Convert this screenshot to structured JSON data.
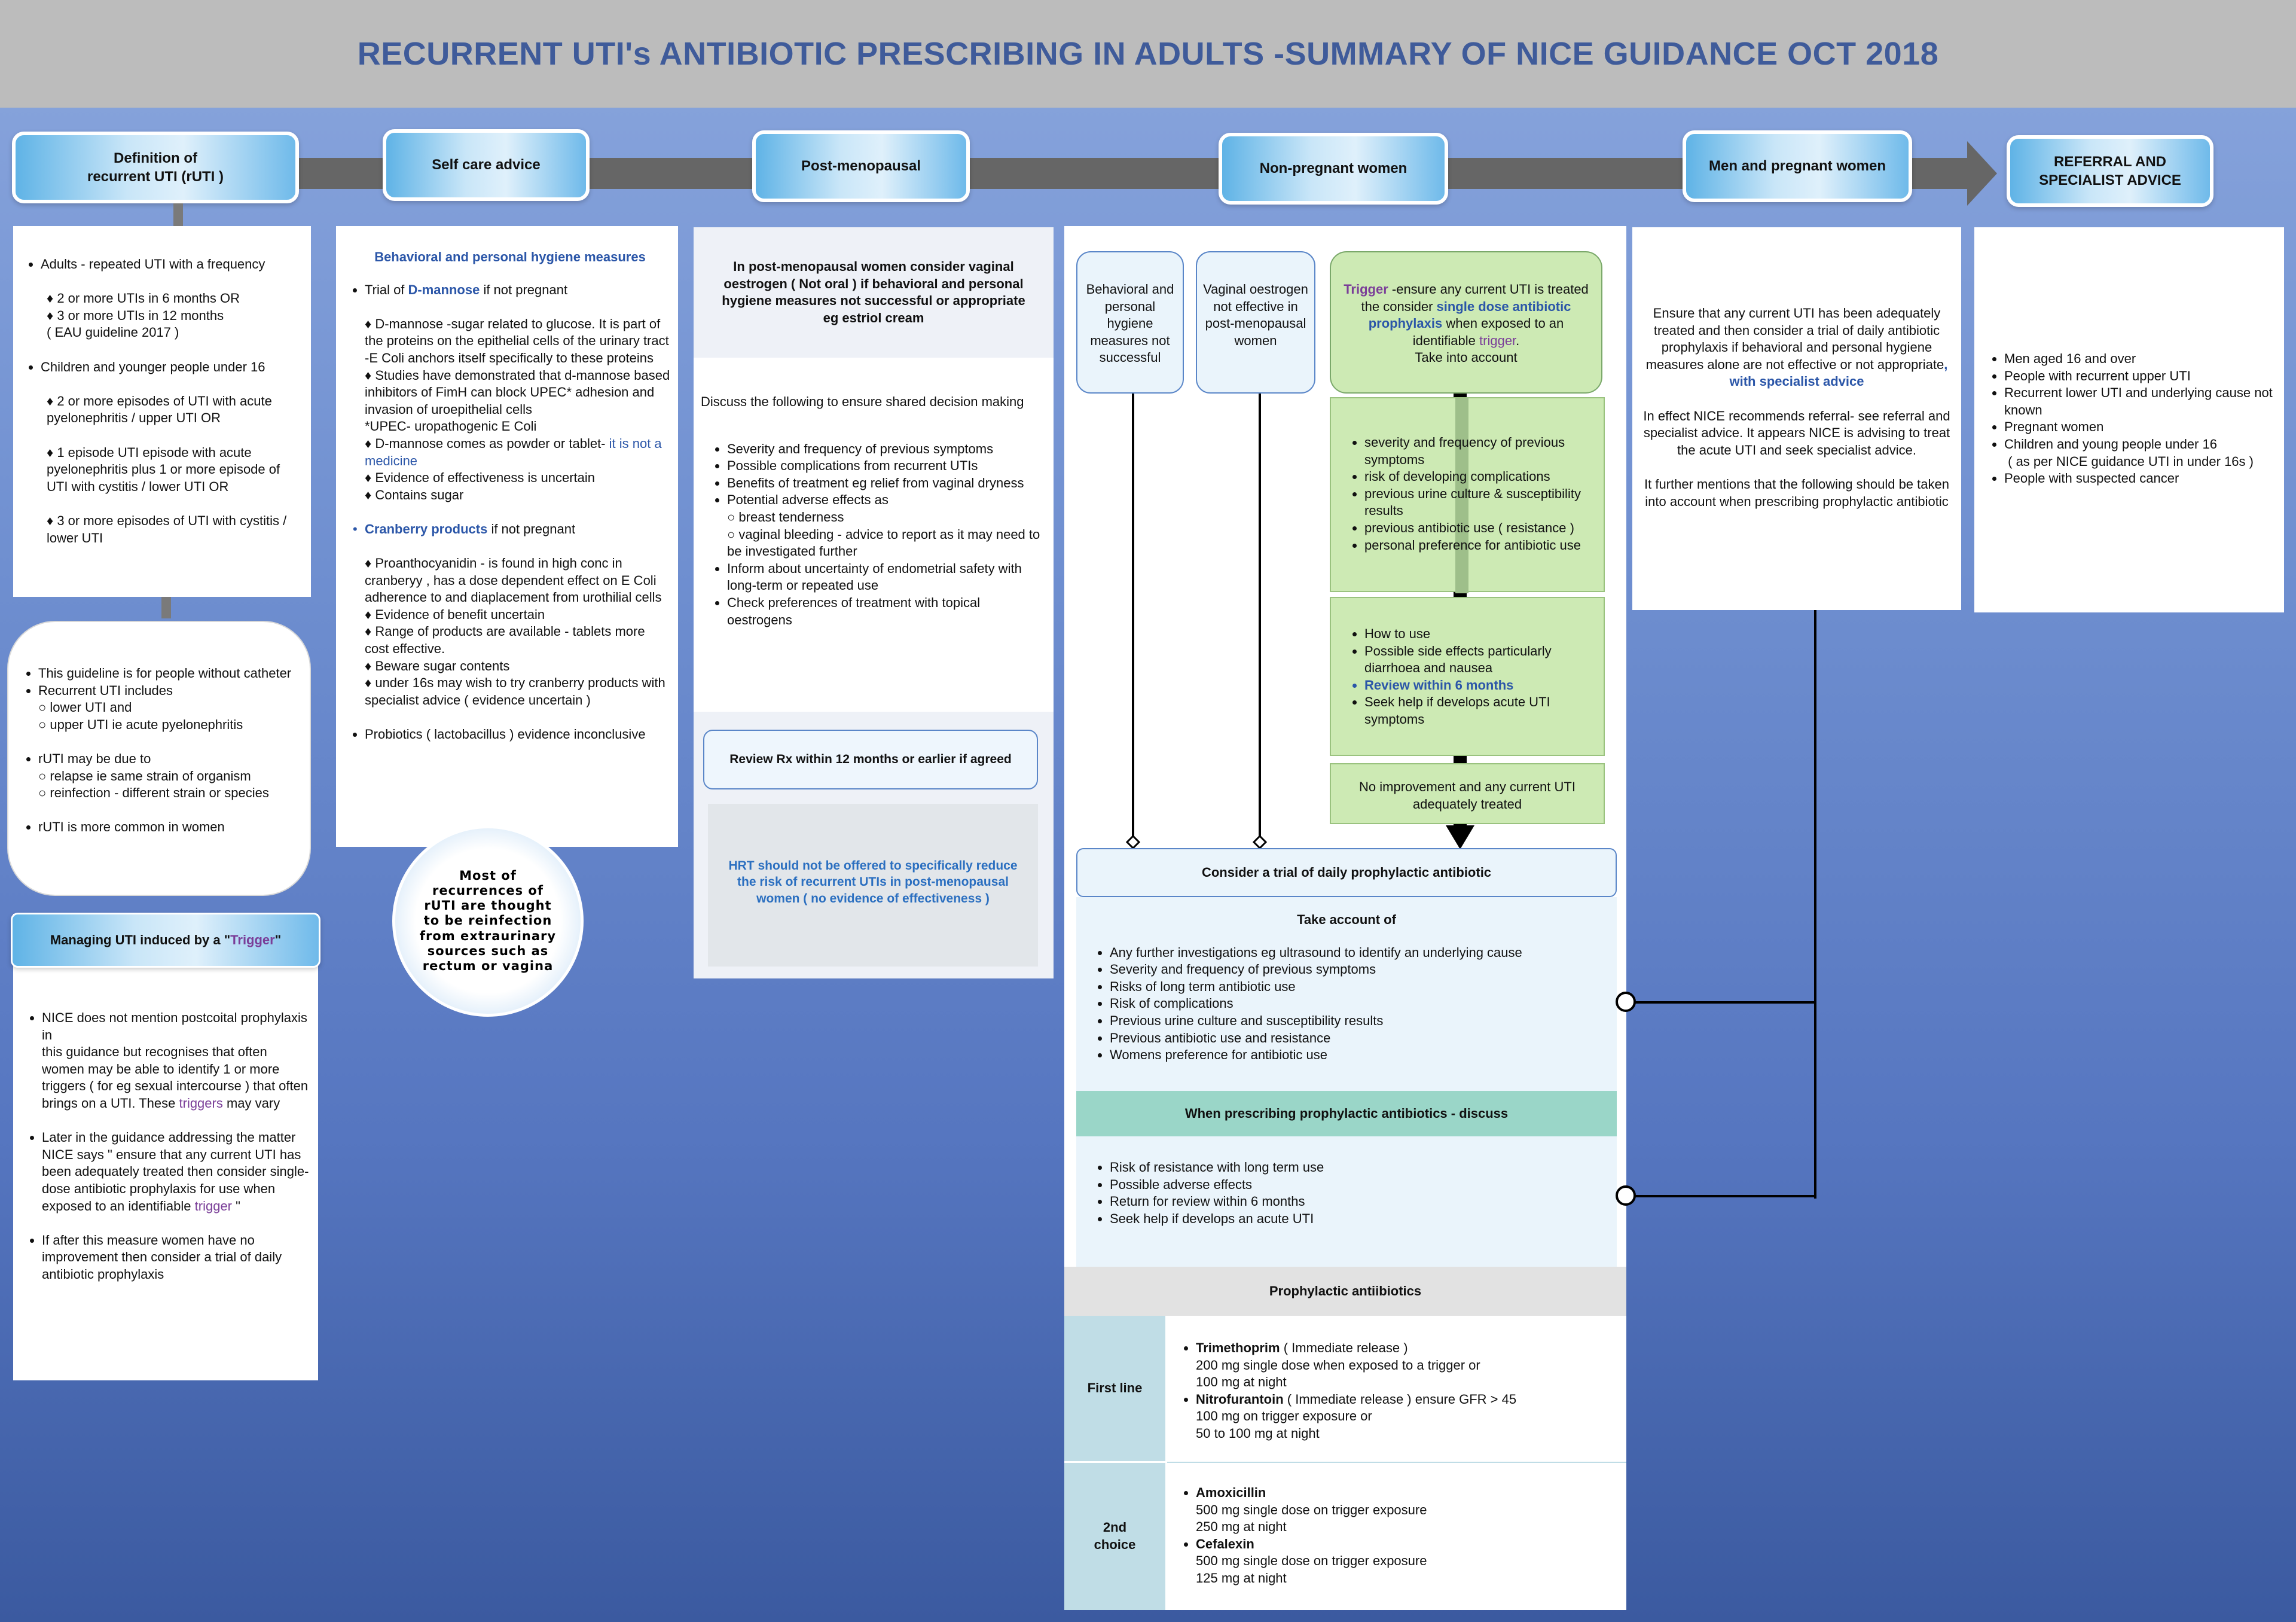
{
  "title": "RECURRENT  UTI's ANTIBIOTIC PRESCRIBING IN ADULTS -SUMMARY OF NICE GUIDANCE OCT 2018",
  "headers": {
    "definition": "Definition of\nrecurrent UTI  (rUTI )",
    "self_care": "Self care advice",
    "post_meno": "Post-menopausal",
    "non_preg": "Non-pregnant women",
    "men_preg": "Men and pregnant women",
    "referral": "REFERRAL AND\nSPECIALIST ADVICE"
  },
  "definition": {
    "adults": "Adults - repeated UTI with a frequency",
    "adults_sub1": "♦ 2 or more UTIs in 6 months OR",
    "adults_sub2": "♦ 3 or more UTIs in 12 months",
    "adults_sub3": "( EAU guideline 2017 )",
    "children": "Children and younger people under 16",
    "children_sub1": "♦ 2 or more episodes of UTI with acute pyelonephritis / upper UTI OR",
    "children_sub2": "♦ 1 episode UTI episode with acute pyelonephritis plus 1 or more episode of UTI with cystitis / lower UTI OR",
    "children_sub3": "♦ 3 or more episodes of UTI with cystitis / lower UTI"
  },
  "rounded_box": {
    "item1": "This guideline is for people without catheter",
    "item2": "Recurrent UTI includes",
    "item2_sub1": "○ lower UTI and",
    "item2_sub2": "○ upper UTI ie acute pyelonephritis",
    "item3": "rUTI may be due to",
    "item3_sub1": "○ relapse ie same strain of organism",
    "item3_sub2": "○ reinfection - different strain or species",
    "item4": "rUTI is more common in women"
  },
  "trigger_box": {
    "header_pre": "Managing UTI induced by a \" ",
    "header_word": "Trigger",
    "header_post": " \"",
    "p1": "NICE does not mention postcoital prophylaxis in\nthis guidance but recognises that often women may be able to identify 1 or more triggers ( for eg sexual intercourse ) that often brings on a UTI. These ",
    "p1_word": "triggers",
    "p1_post": " may vary",
    "p2": "Later in the guidance addressing the matter NICE says \" ensure that any current UTI has been adequately treated then consider single-dose antibiotic prophylaxis for use when exposed to an identifiable ",
    "p2_word": "trigger",
    "p2_post": " \"",
    "p3": "If after this measure women have no improvement then consider a trial of daily antibiotic prophylaxis"
  },
  "self_care": {
    "heading": "Behavioral and personal hygiene measures",
    "dm_pre": "Trial of ",
    "dm_word": "D-mannose",
    "dm_post": " if not pregnant",
    "dm1": "♦ D-mannose -sugar related to glucose. It is part of the proteins on the epithelial cells of the urinary tract -E Coli anchors itself specifically to these proteins",
    "dm2": "♦ Studies have demonstrated that d-mannose based inhibitors of FimH can block UPEC* adhesion and invasion of uroepithelial cells",
    "dm3": "*UPEC- uropathogenic E Coli",
    "dm4": "♦ D-mannose comes as powder or tablet-",
    "dm4_blue": " it is not a medicine",
    "dm5": "♦ Evidence of effectiveness is uncertain",
    "dm6": "♦ Contains sugar",
    "cr_word": "Cranberry products",
    "cr_post": " if not pregnant",
    "cr1": "♦ Proanthocyanidin - is found in high conc in cranberyy , has a dose dependent effect on E Coli adherence to and diaplacement from urothilial cells",
    "cr2": "♦ Evidence of benefit uncertain",
    "cr3": "♦ Range of products are available - tablets more cost effective.",
    "cr4": "♦ Beware sugar contents",
    "cr5": "♦ under 16s may wish to try cranberry products with specialist advice ( evidence uncertain )",
    "probiotics": "Probiotics ( lactobacillus ) evidence inconclusive"
  },
  "circle_text": "Most of recurrences of rUTI are thought to be reinfection from extraurinary sources such as rectum or vagina",
  "post_meno": {
    "top": "In post-menopausal women consider vaginal oestrogen ( Not oral ) if behavioral and personal hygiene measures not successful or appropriate eg estriol cream",
    "discuss": "Discuss the following to ensure shared decision making",
    "i1": "Severity and frequency of previous symptoms",
    "i2": "Possible complications from recurrent UTIs",
    "i3": "Benefits of treatment  eg relief from vaginal dryness",
    "i4": "Potential adverse effects as",
    "i4_s1": "○ breast tenderness",
    "i4_s2": "○ vaginal bleeding - advice to report as it may need to be investigated further",
    "i5": "Inform about uncertainty of endometrial safety with long-term or repeated use",
    "i6": "Check preferences of treatment with topical oestrogens",
    "review": "Review Rx within 12 months or earlier if agreed",
    "hrt": "HRT should not be offered to specifically reduce the risk of recurrent UTIs in post-menopausal women ( no evidence of effectiveness )"
  },
  "non_preg": {
    "b1": "Behavioral and personal hygiene measures not successful",
    "b2": "Vaginal oestrogen not effective in post-menopausal women",
    "trig_word": "Trigger",
    "trig_1": " -ensure any current UTI is treated the consider ",
    "trig_bold": "single dose antibiotic prophylaxis",
    "trig_2": " when exposed to an identifiable ",
    "trig_word2": "trigger",
    "trig_3": ".",
    "trig_4": "Take into account",
    "g1": "severity and frequency of previous symptoms",
    "g2": "risk of developing complications",
    "g3": "previous urine culture & susceptibility results",
    "g4": "previous antibiotic use ( resistance )",
    "g5": "personal preference for antibiotic use",
    "h1": "How to use",
    "h2": "Possible side effects particularly diarrhoea and nausea",
    "h3": "Review within 6 months",
    "h4": "Seek help if develops acute UTI symptoms",
    "noimp": "No improvement and any current UTI adequately treated",
    "consider": "Consider a trial of daily prophylactic antibiotic",
    "take_account": "Take account of",
    "t1": "Any  further investigations eg ultrasound to identify an underlying cause",
    "t2": "Severity and frequency of previous symptoms",
    "t3": "Risks of long term antibiotic use",
    "t4": "Risk of complications",
    "t5": "Previous urine culture and susceptibility results",
    "t6": "Previous antibiotic use and resistance",
    "t7": "Womens preference for antibiotic use",
    "when_prescribing": "When prescribing prophylactic antibiotics - discuss",
    "w1": "Risk of resistance with long term use",
    "w2": "Possible adverse effects",
    "w3": "Return for review within 6 months",
    "w4": "Seek help if develops an acute UTI"
  },
  "prophylactic": {
    "heading": "Prophylactic antiibiotics",
    "first_label": "First line",
    "first_1b": "Trimethoprim",
    "first_1": " ( Immediate release )",
    "first_1a": "200 mg single dose when exposed to a trigger or",
    "first_1c": "100 mg at night",
    "first_2b": "Nitrofurantoin",
    "first_2": " ( Immediate release ) ensure GFR > 45",
    "first_2a": "100 mg on trigger exposure or",
    "first_2c": "50 to 100 mg at night",
    "second_label": "2nd\nchoice",
    "second_1b": "Amoxicillin",
    "second_1a": "500 mg single dose on trigger exposure",
    "second_1c": "250 mg at night",
    "second_2b": "Cefalexin",
    "second_2a": "500 mg single dose on trigger exposure",
    "second_2c": "125 mg at night"
  },
  "men_preg": {
    "p1": "Ensure that any current UTI has been adequately treated and then consider a trial of daily antibiotic prophylaxis if behavioral and personal hygiene measures alone are not effective or not appropriate",
    "p1_blue": ", with specialist advice",
    "p2": "In effect NICE recommends referral- see referral and specialist advice. It appears NICE is advising to treat the acute UTI and seek specialist advice.",
    "p3": "It further mentions that the following should be taken into account when prescribing prophylactic antibiotic"
  },
  "referral": {
    "i1": "Men aged 16 and over",
    "i2": "People with recurrent upper UTI",
    "i3": "Recurrent lower UTI and underlying cause not known",
    "i4": "Pregnant women",
    "i5": "Children and young people under 16",
    "i5_sub": "( as per NICE guidance UTI in under 16s )",
    "i6": "People with suspected cancer"
  },
  "colors": {
    "header_bg": "#bcbcbc",
    "title": "#3f5b9a",
    "arrow": "#666666",
    "green": "#cdeab4",
    "teal": "#9ad6c8",
    "pale_blue": "#eaf4fb"
  }
}
